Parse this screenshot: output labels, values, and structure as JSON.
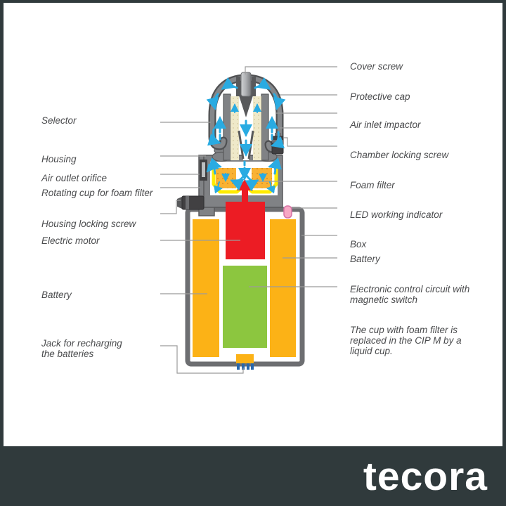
{
  "logo": {
    "text": "tecora"
  },
  "labels_left": [
    {
      "text": "Selector"
    },
    {
      "text": "Housing"
    },
    {
      "text": "Air outlet orifice"
    },
    {
      "text": "Rotating cup for foam filter"
    },
    {
      "text": "Housing locking screw"
    },
    {
      "text": "Electric motor"
    },
    {
      "text": "Battery"
    },
    {
      "text": "Jack for recharging\nthe batteries"
    }
  ],
  "labels_right": [
    {
      "text": "Cover screw"
    },
    {
      "text": "Protective cap"
    },
    {
      "text": "Air inlet impactor"
    },
    {
      "text": "Chamber locking screw"
    },
    {
      "text": "Foam filter"
    },
    {
      "text": "LED working indicator"
    },
    {
      "text": "Box"
    },
    {
      "text": "Battery"
    },
    {
      "text": "Electronic control circuit with\nmagnetic switch"
    },
    {
      "text": "The cup with foam filter is\nreplaced in the CIP M by a\nliquid cup."
    }
  ],
  "colors": {
    "frame": "#303a3c",
    "panel": "#ffffff",
    "body_gray": "#808285",
    "outline_gray": "#58595b",
    "leader_line": "#9b9b9b",
    "battery_orange": "#fcb216",
    "foam_orange": "#f9b233",
    "motor_red": "#ec1c24",
    "circuit_green": "#8cc63f",
    "cup_yellow": "#ffec00",
    "led_pink": "#f7a8c5",
    "airflow_blue": "#29abe2",
    "pin_blue": "#2767ae",
    "cream": "#efe9c9",
    "label_text": "#4a4b4d",
    "logo_text": "#ffffff"
  }
}
